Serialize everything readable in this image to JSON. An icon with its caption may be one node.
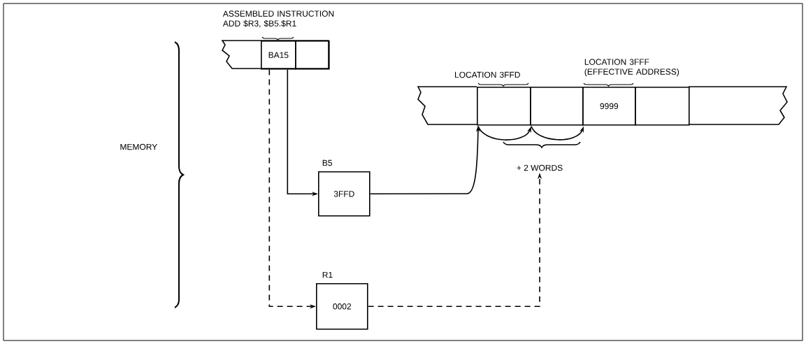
{
  "diagram": {
    "nodes": [
      {
        "text": [
          "BA15"
        ],
        "beside": [
          "ASSEMBLED INSTRUCTION ADD $R3, $B5.$R1"
        ]
      },
      {
        "text": [],
        "shape": "box"
      },
      {
        "text": [
          "3FFD"
        ],
        "beside": [
          "B5"
        ]
      },
      {
        "text": [
          "0002"
        ],
        "beside": [
          "R1"
        ]
      },
      {
        "text": [],
        "shape": "box",
        "beside": [
          "LOCATION 3FFD"
        ]
      },
      {
        "text": [],
        "shape": "box"
      },
      {
        "text": [
          "9999"
        ],
        "beside": [
          "LOCATION 3FFF (EFFECTIVE ADDRESS)"
        ]
      },
      {
        "text": [],
        "shape": "box"
      },
      {
        "text": [
          "+ 2 WORDS"
        ]
      }
    ],
    "edges": [
      {
        "from": 0,
        "to": 2,
        "arrow": "to"
      },
      {
        "from": 0,
        "to": 3,
        "arrow": "to",
        "style": "dashed"
      },
      {
        "from": 2,
        "to": 4,
        "arrow": "to"
      },
      {
        "from": 4,
        "to": 5,
        "arrow": "to"
      },
      {
        "from": 5,
        "to": 6,
        "arrow": "to"
      },
      {
        "from": 3,
        "to": 8,
        "arrow": "to",
        "style": "dashed"
      }
    ],
    "labels": [
      "MEMORY"
    ]
  }
}
